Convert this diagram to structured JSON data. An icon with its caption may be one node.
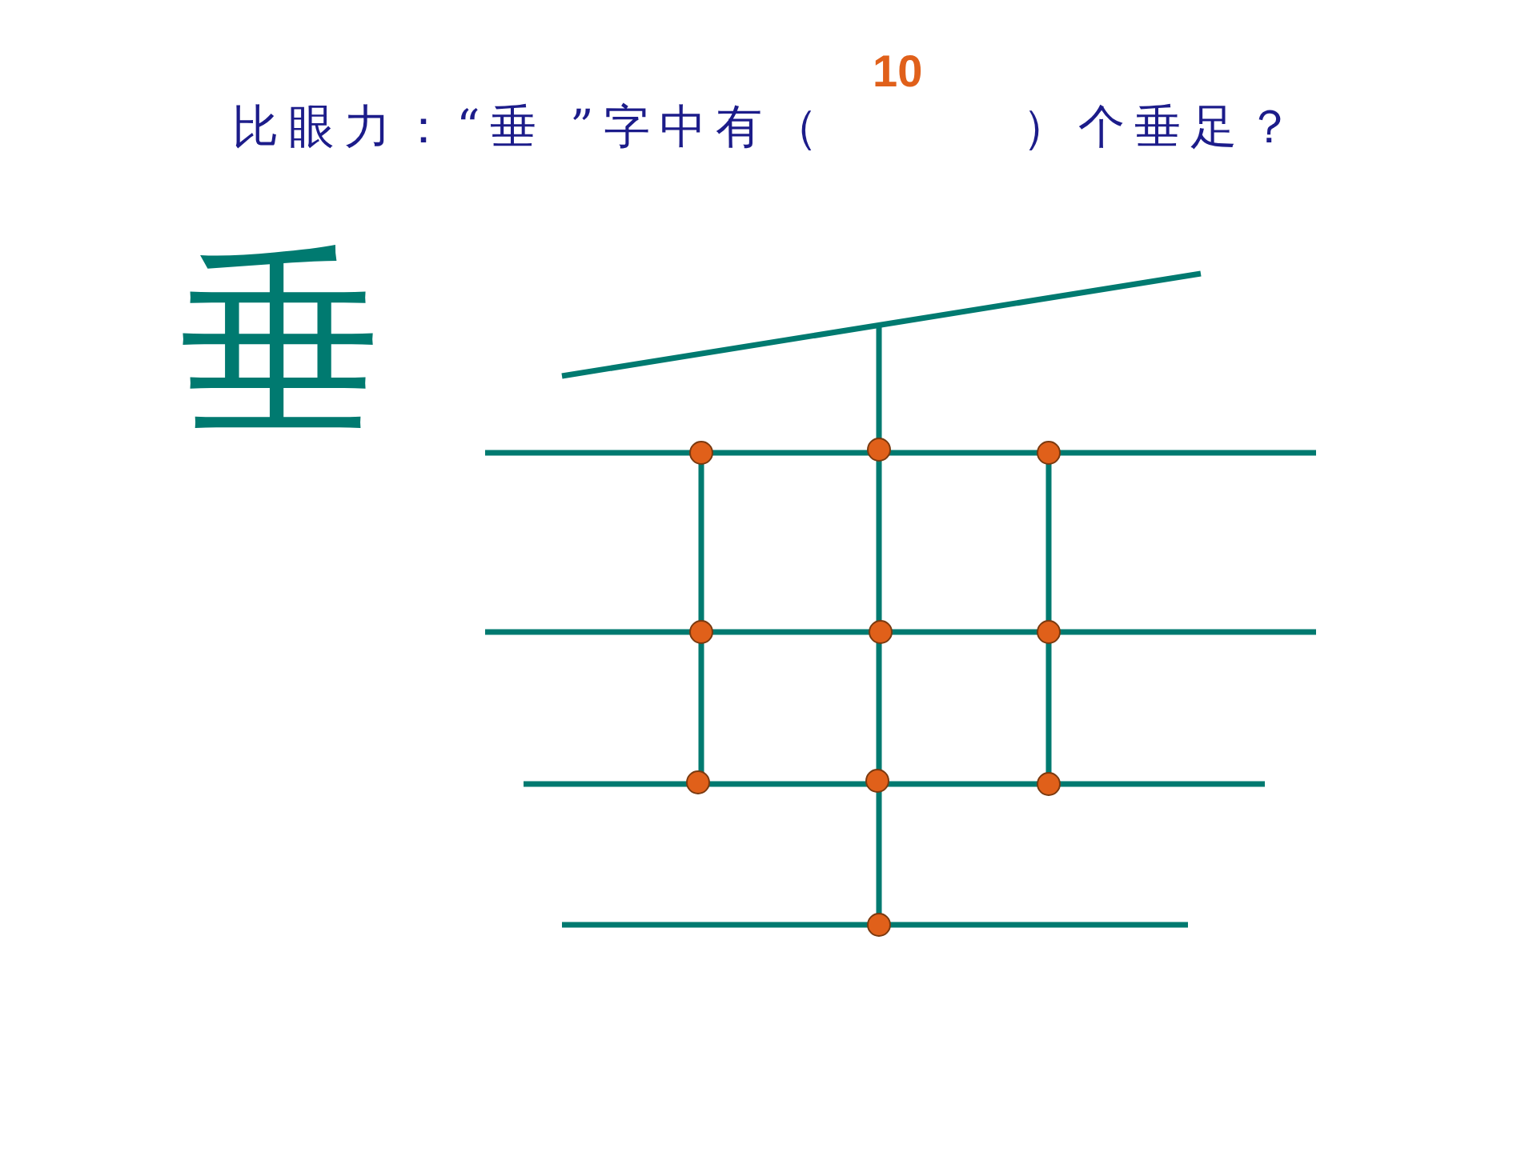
{
  "diagram": {
    "title": "比眼力：“垂 ”字中有（        ）个垂足？",
    "labels": [
      "10",
      "垂"
    ]
  }
}
